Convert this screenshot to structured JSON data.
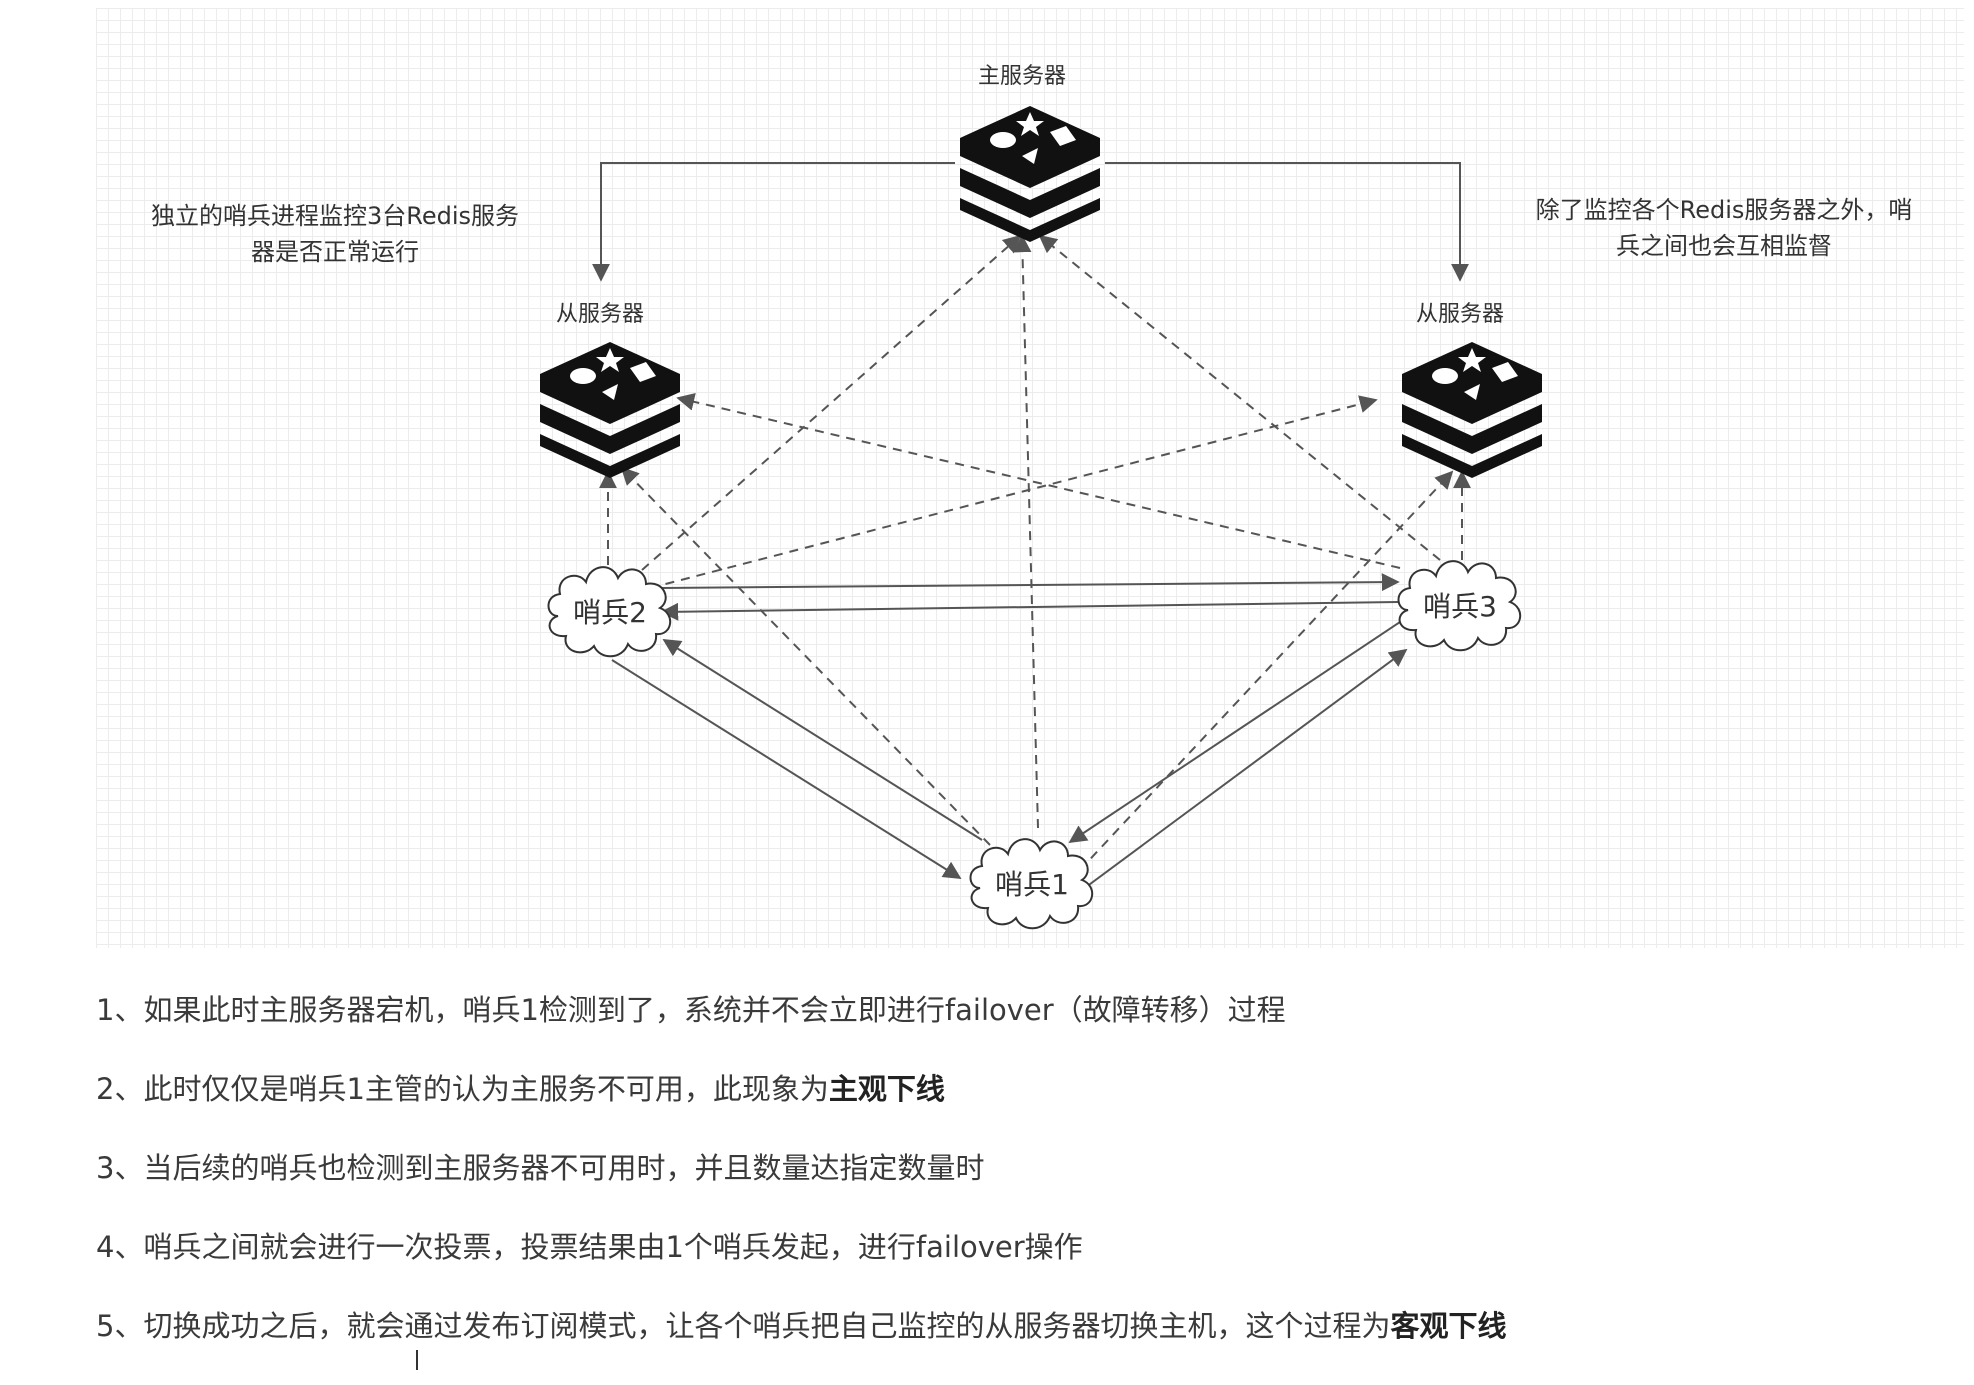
{
  "diagram": {
    "master_label": "主服务器",
    "slave_left_label": "从服务器",
    "slave_right_label": "从服务器",
    "note_left": [
      "独立的哨兵进程监控3台Redis服务",
      "器是否正常运行"
    ],
    "note_right": [
      "除了监控各个Redis服务器之外，哨",
      "兵之间也会互相监督"
    ],
    "sentinels": {
      "s1": "哨兵1",
      "s2": "哨兵2",
      "s3": "哨兵3"
    },
    "colors": {
      "line": "#555555",
      "icon": "#111111",
      "grid": "#ececec"
    }
  },
  "steps": [
    {
      "number": "1、",
      "text": "如果此时主服务器宕机，哨兵1检测到了，系统并不会立即进行failover（故障转移）过程",
      "bold": ""
    },
    {
      "number": "2、",
      "text": "此时仅仅是哨兵1主管的认为主服务不可用，此现象为",
      "bold": "主观下线"
    },
    {
      "number": "3、",
      "text": "当后续的哨兵也检测到主服务器不可用时，并且数量达指定数量时",
      "bold": ""
    },
    {
      "number": "4、",
      "text": "哨兵之间就会进行一次投票，投票结果由1个哨兵发起，进行failover操作",
      "bold": ""
    },
    {
      "number": "5、",
      "text": "切换成功之后，就会通过发布订阅模式，让各个哨兵把自己监控的从服务器切换主机，这个过程为",
      "bold": "客观下线"
    }
  ]
}
